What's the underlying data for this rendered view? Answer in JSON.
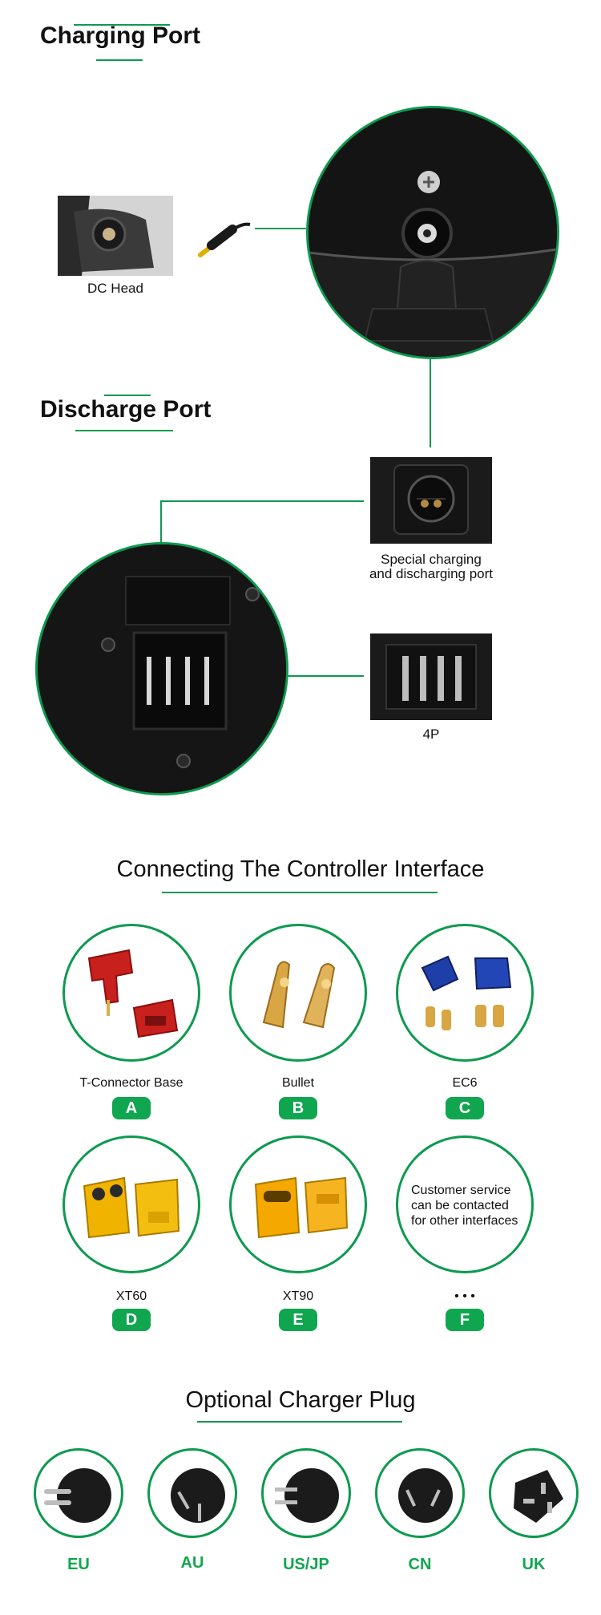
{
  "charging": {
    "title": "Charging Port",
    "dc_caption": "DC Head"
  },
  "discharge": {
    "title": "Discharge Port",
    "special_caption_1": "Special charging",
    "special_caption_2": "and discharging port",
    "pin_caption": "4P"
  },
  "controller": {
    "title": "Connecting The Controller Interface",
    "items": [
      {
        "label": "T-Connector Base",
        "badge": "A"
      },
      {
        "label": "Bullet",
        "badge": "B"
      },
      {
        "label": "EC6",
        "badge": "C"
      },
      {
        "label": "XT60",
        "badge": "D"
      },
      {
        "label": "XT90",
        "badge": "E"
      },
      {
        "label": "• • •",
        "badge": "F",
        "note": "Customer service can be contacted for other interfaces"
      }
    ]
  },
  "plugs": {
    "title": "Optional Charger Plug",
    "items": [
      "EU",
      "AU",
      "US/JP",
      "CN",
      "UK"
    ]
  },
  "colors": {
    "accent": "#0d9a4f",
    "badge": "#10a650"
  }
}
